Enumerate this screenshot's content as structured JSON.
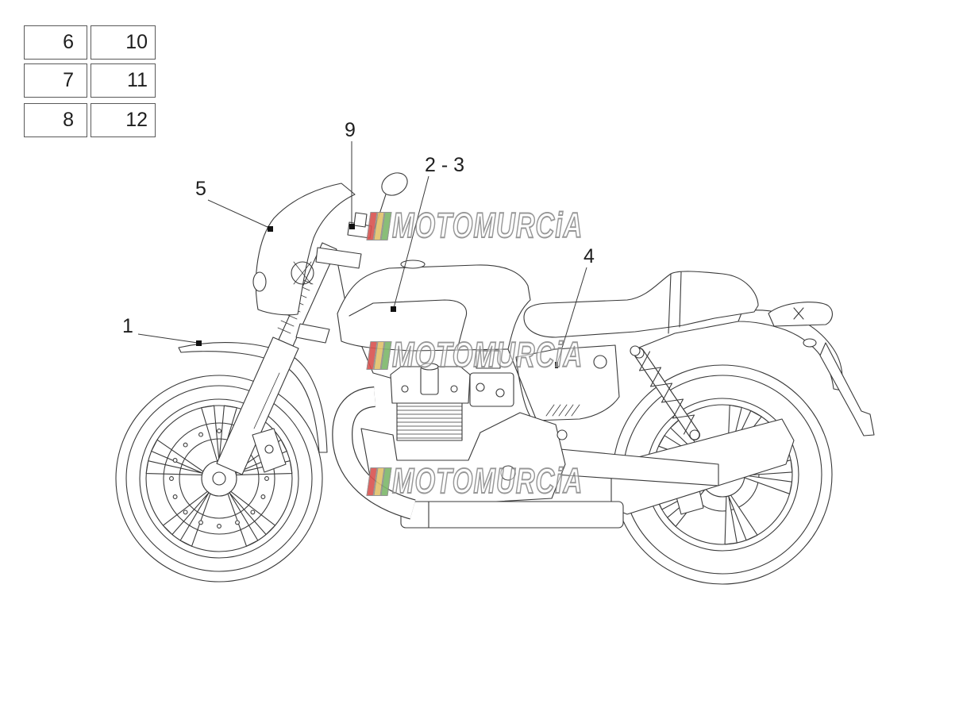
{
  "parts_grid": [
    [
      "6",
      "10"
    ],
    [
      "7",
      "11"
    ],
    [
      "8",
      "12"
    ]
  ],
  "callouts": {
    "c1": "1",
    "c23": "2 - 3",
    "c4": "4",
    "c5": "5",
    "c9": "9"
  },
  "watermark": {
    "text": "MOTOMURCiA",
    "colors": [
      "#d9534f",
      "#e2c26a",
      "#7db86a"
    ]
  },
  "colors": {
    "line": "#3a3a3a",
    "marker": "#111111"
  }
}
